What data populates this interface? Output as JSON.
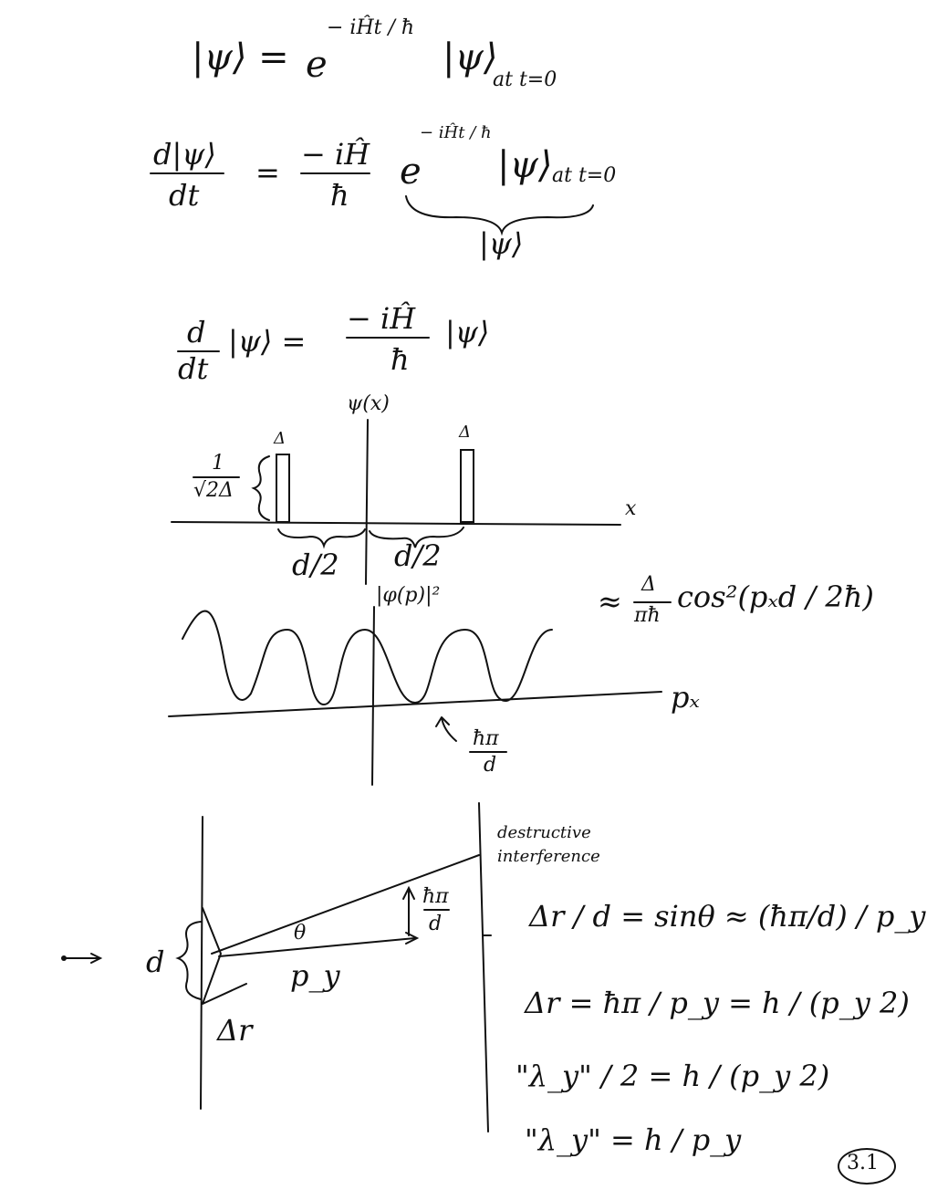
{
  "equations": {
    "eq1_lhs": "|ψ⟩ =",
    "eq1_exp_base": "e",
    "eq1_exponent": "− iĤt / ħ",
    "eq1_rhs": "|ψ⟩",
    "eq1_sub": "at t=0",
    "eq2_lhs_num": "d|ψ⟩",
    "eq2_lhs_den": "dt",
    "eq2_eq": "=",
    "eq2_coef_num": "− iĤ",
    "eq2_coef_den": "ħ",
    "eq2_exp_base": "e",
    "eq2_exponent": "− iĤt / ħ",
    "eq2_rhs": "|ψ⟩",
    "eq2_sub": "at t=0",
    "eq2_brace_label": "|ψ⟩",
    "eq3_lhs_num": "d",
    "eq3_lhs_den": "dt",
    "eq3_ket": "|ψ⟩ =",
    "eq3_coef_num": "− iĤ",
    "eq3_coef_den": "ħ",
    "eq3_rhs": "|ψ⟩"
  },
  "plot1": {
    "ylabel": "ψ(x)",
    "xlabel": "x",
    "width_label_left": "Δ",
    "width_label_right": "Δ",
    "height_label_num": "1",
    "height_label_den": "√2Δ",
    "half_sep_left": "d/2",
    "half_sep_right": "d/2"
  },
  "plot2": {
    "ylabel": "|φ(p)|²",
    "xlabel": "pₓ",
    "formula_approx": "≈",
    "formula_num": "Δ",
    "formula_den": "πħ",
    "formula_tail": "cos²(pₓd / 2ħ)",
    "min_label_num": "ħπ",
    "min_label_den": "d"
  },
  "diagram": {
    "annotation": "destructive interference",
    "d_label": "d",
    "theta": "θ",
    "py": "p_y",
    "dr": "Δr",
    "hpi_num": "ħπ",
    "hpi_den": "d"
  },
  "derivation": {
    "line1": "Δr / d = sinθ ≈ (ħπ/d) / p_y",
    "line2": "Δr = ħπ / p_y = h / (p_y 2)",
    "line3": "\"λ_y\" / 2 = h / (p_y 2)",
    "line4": "\"λ_y\" = h / p_y"
  },
  "page_number": "3.1"
}
